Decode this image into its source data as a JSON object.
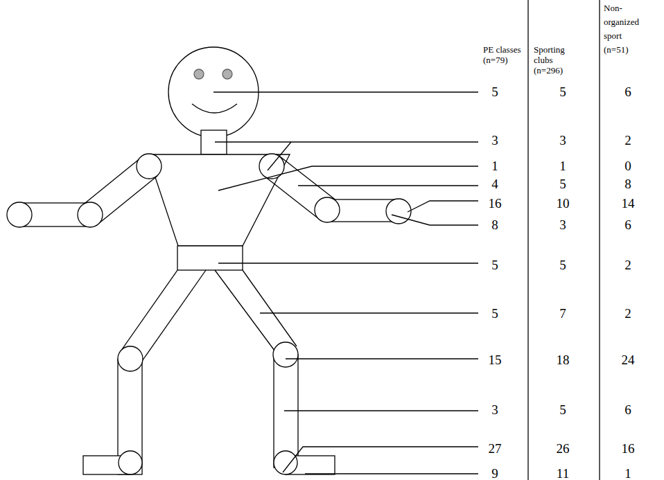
{
  "diagram": {
    "labels": [
      "PE classes (n=79)",
      "Sporting clubs (n=296)",
      "Non-organized sport (n=51)",
      "5",
      "5",
      "6",
      "3",
      "3",
      "2",
      "1",
      "1",
      "0",
      "4",
      "5",
      "8",
      "16",
      "10",
      "14",
      "8",
      "3",
      "6",
      "5",
      "5",
      "2",
      "5",
      "7",
      "2",
      "15",
      "18",
      "24",
      "3",
      "5",
      "6",
      "27",
      "26",
      "16",
      "9",
      "11",
      "1"
    ]
  }
}
